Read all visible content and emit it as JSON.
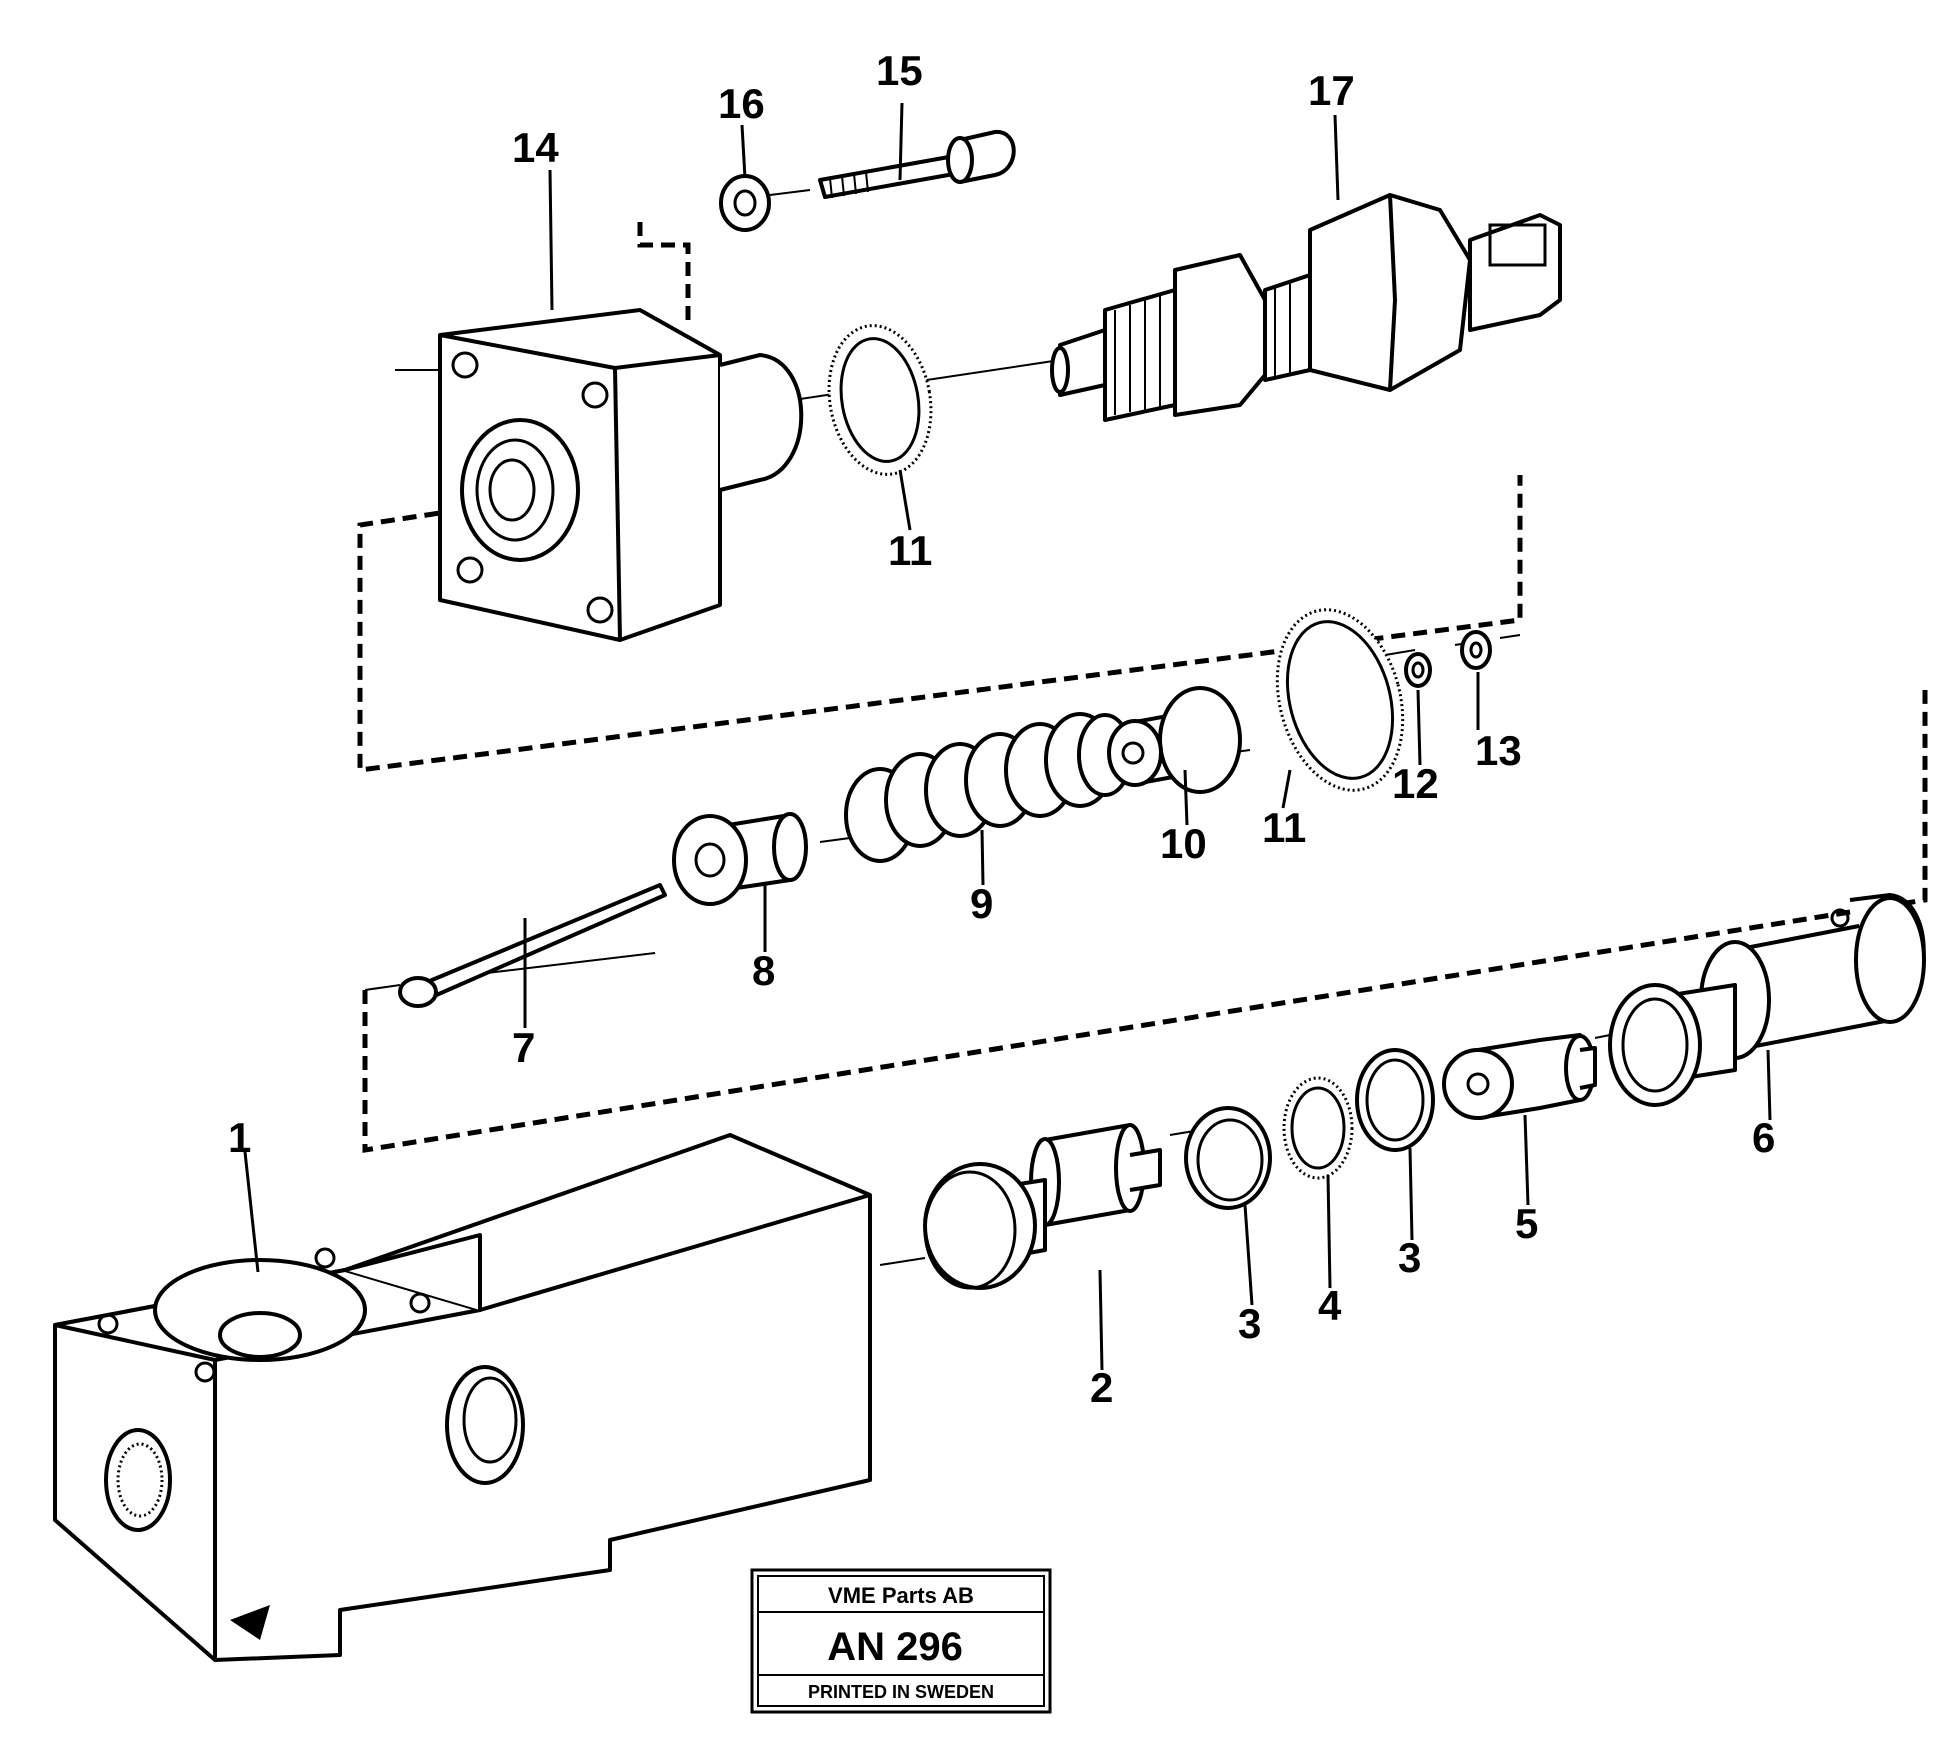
{
  "diagram": {
    "labels": {
      "part_1": "1",
      "part_2": "2",
      "part_3a": "3",
      "part_3b": "3",
      "part_4": "4",
      "part_5": "5",
      "part_6": "6",
      "part_7": "7",
      "part_8": "8",
      "part_9": "9",
      "part_10": "10",
      "part_11a": "11",
      "part_11b": "11",
      "part_12": "12",
      "part_13": "13",
      "part_14": "14",
      "part_15": "15",
      "part_16": "16",
      "part_17": "17"
    }
  },
  "stamp": {
    "company": "VME Parts AB",
    "code": "AN 296",
    "note": "PRINTED IN SWEDEN"
  }
}
